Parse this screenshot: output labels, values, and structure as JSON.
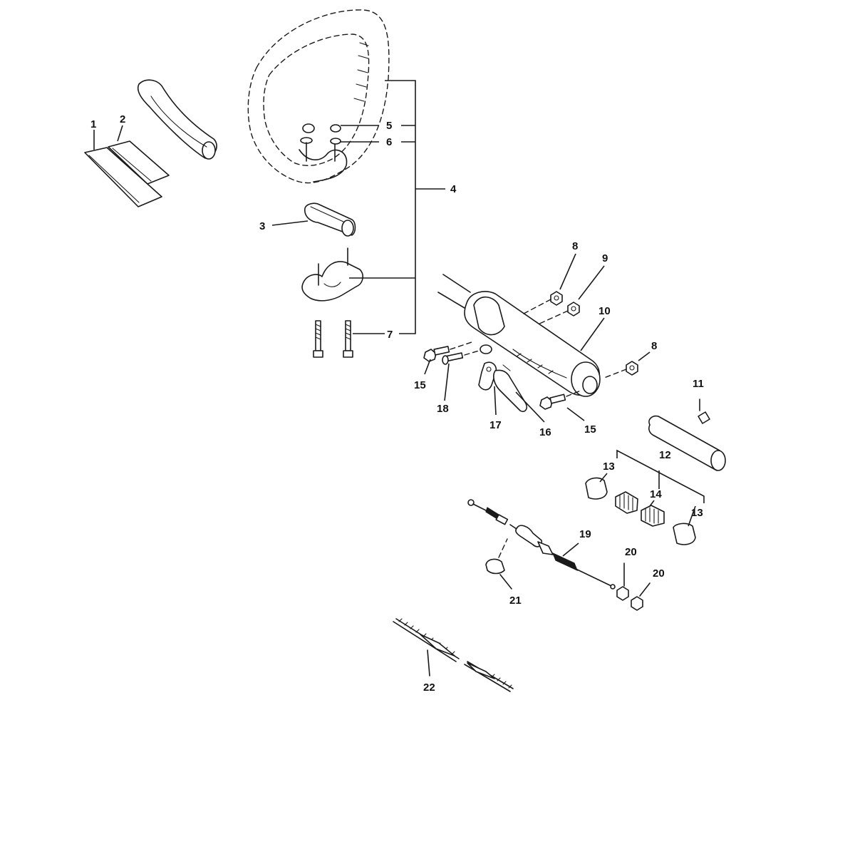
{
  "diagram": {
    "callouts": [
      {
        "id": "c1",
        "text": "1"
      },
      {
        "id": "c2",
        "text": "2"
      },
      {
        "id": "c3",
        "text": "3"
      },
      {
        "id": "c4",
        "text": "4"
      },
      {
        "id": "c5",
        "text": "5"
      },
      {
        "id": "c6",
        "text": "6"
      },
      {
        "id": "c7",
        "text": "7"
      },
      {
        "id": "c8a",
        "text": "8"
      },
      {
        "id": "c8b",
        "text": "8"
      },
      {
        "id": "c9",
        "text": "9"
      },
      {
        "id": "c10",
        "text": "10"
      },
      {
        "id": "c11",
        "text": "11"
      },
      {
        "id": "c12",
        "text": "12"
      },
      {
        "id": "c13a",
        "text": "13"
      },
      {
        "id": "c13b",
        "text": "13"
      },
      {
        "id": "c14",
        "text": "14"
      },
      {
        "id": "c15a",
        "text": "15"
      },
      {
        "id": "c15b",
        "text": "15"
      },
      {
        "id": "c16",
        "text": "16"
      },
      {
        "id": "c17",
        "text": "17"
      },
      {
        "id": "c18",
        "text": "18"
      },
      {
        "id": "c19",
        "text": "19"
      },
      {
        "id": "c20a",
        "text": "20"
      },
      {
        "id": "c20b",
        "text": "20"
      },
      {
        "id": "c21",
        "text": "21"
      },
      {
        "id": "c22",
        "text": "22"
      }
    ]
  }
}
